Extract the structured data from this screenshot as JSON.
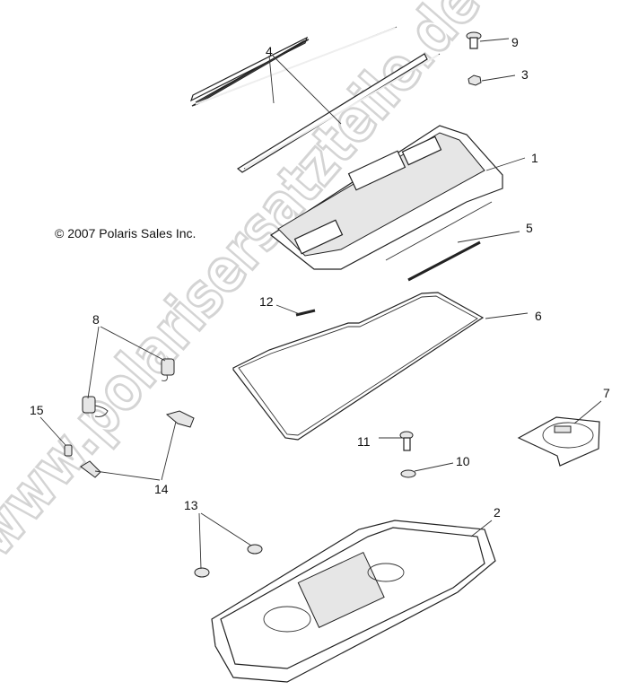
{
  "copyright": "© 2007 Polaris Sales Inc.",
  "watermark": "www.polarisersatzteile.de",
  "callouts": [
    "1",
    "2",
    "3",
    "4",
    "5",
    "6",
    "7",
    "8",
    "9",
    "10",
    "11",
    "12",
    "13",
    "14",
    "15"
  ]
}
